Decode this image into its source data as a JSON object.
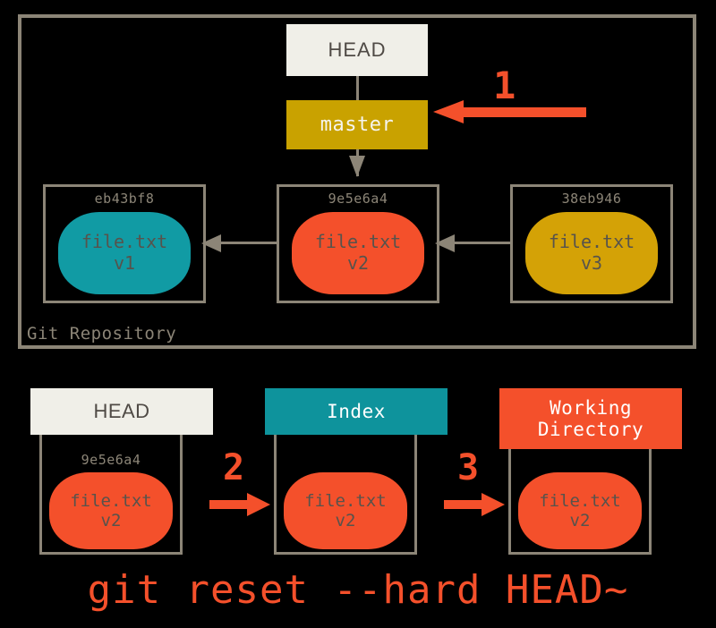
{
  "colors": {
    "background": "#000000",
    "frame_gray": "#8c8577",
    "head_box": "#f0efe8",
    "master_gold": "#c9a200",
    "blob_teal": "#119ba4",
    "blob_red": "#f4502b",
    "blob_gold": "#d4a206",
    "index_teal": "#0e939c",
    "accent_red": "#f4502b",
    "blob_text": "#57534c"
  },
  "repository": {
    "label": "Git Repository",
    "head_pointer": {
      "label": "HEAD"
    },
    "branch": {
      "label": "master"
    },
    "step_marker": "1",
    "commits": [
      {
        "hash": "eb43bf8",
        "file": "file.txt",
        "version": "v1",
        "color": "teal"
      },
      {
        "hash": "9e5e6a4",
        "file": "file.txt",
        "version": "v2",
        "color": "red"
      },
      {
        "hash": "38eb946",
        "file": "file.txt",
        "version": "v3",
        "color": "gold"
      }
    ]
  },
  "areas": [
    {
      "title": "HEAD",
      "title_line2": "",
      "hash": "9e5e6a4",
      "file": "file.txt",
      "version": "v2",
      "step_marker": "2"
    },
    {
      "title": "Index",
      "title_line2": "",
      "hash": "",
      "file": "file.txt",
      "version": "v2",
      "step_marker": "3"
    },
    {
      "title": "Working",
      "title_line2": "Directory",
      "hash": "",
      "file": "file.txt",
      "version": "v2",
      "step_marker": ""
    }
  ],
  "command": "git reset --hard HEAD~"
}
